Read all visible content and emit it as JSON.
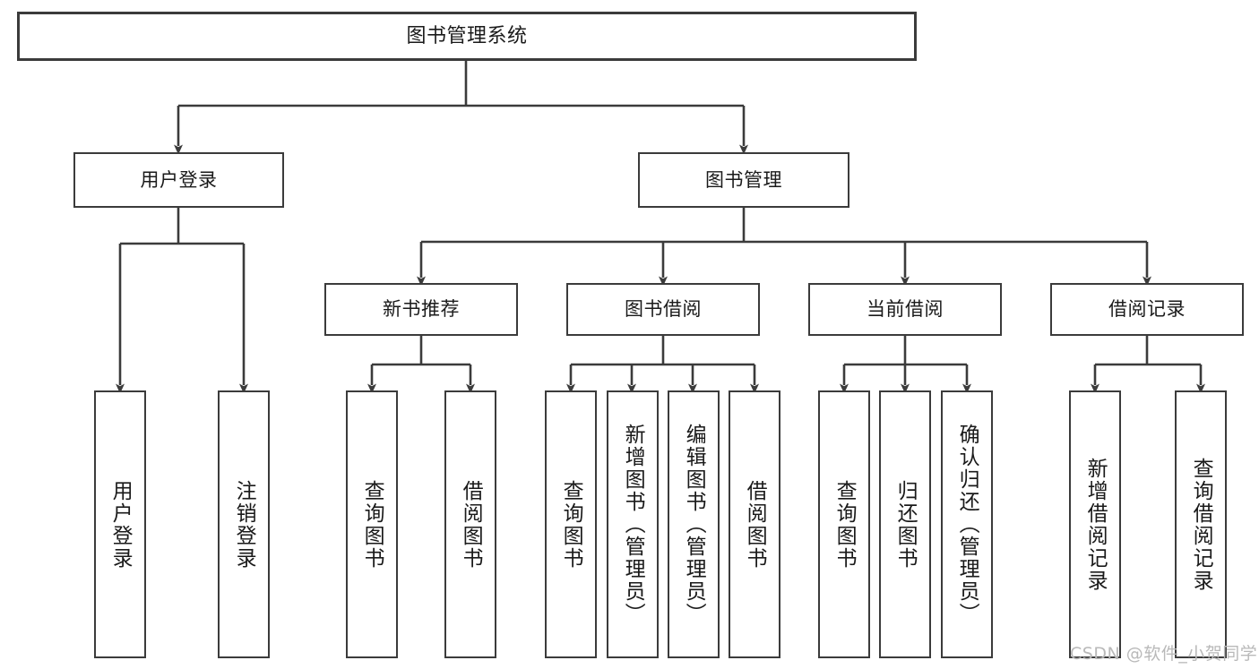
{
  "diagram": {
    "title": "图书管理系统",
    "type": "tree-hierarchy-chart",
    "line_color": "#3b3b3b",
    "box_fill": "#ffffff",
    "text_color": "#1a1a1a"
  },
  "root": {
    "label": "图书管理系统"
  },
  "level2": {
    "user_login": "用户登录",
    "book_manage": "图书管理"
  },
  "level3": {
    "new_book_rec": "新书推荐",
    "book_borrow": "图书借阅",
    "current_borrow": "当前借阅",
    "borrow_record": "借阅记录"
  },
  "leaves": {
    "user_login_children": [
      "用户登录",
      "注销登录"
    ],
    "new_book_rec_children": [
      "查询图书",
      "借阅图书"
    ],
    "book_borrow_children": [
      "查询图书",
      "新增图书（管理员）",
      "编辑图书（管理员）",
      "借阅图书"
    ],
    "current_borrow_children": [
      "查询图书",
      "归还图书",
      "确认归还（管理员）"
    ],
    "borrow_record_children": [
      "新增借阅记录",
      "查询借阅记录"
    ]
  },
  "watermark": {
    "text": "CSDN @软件_小贺同学",
    "color": "#b9b9b9"
  }
}
